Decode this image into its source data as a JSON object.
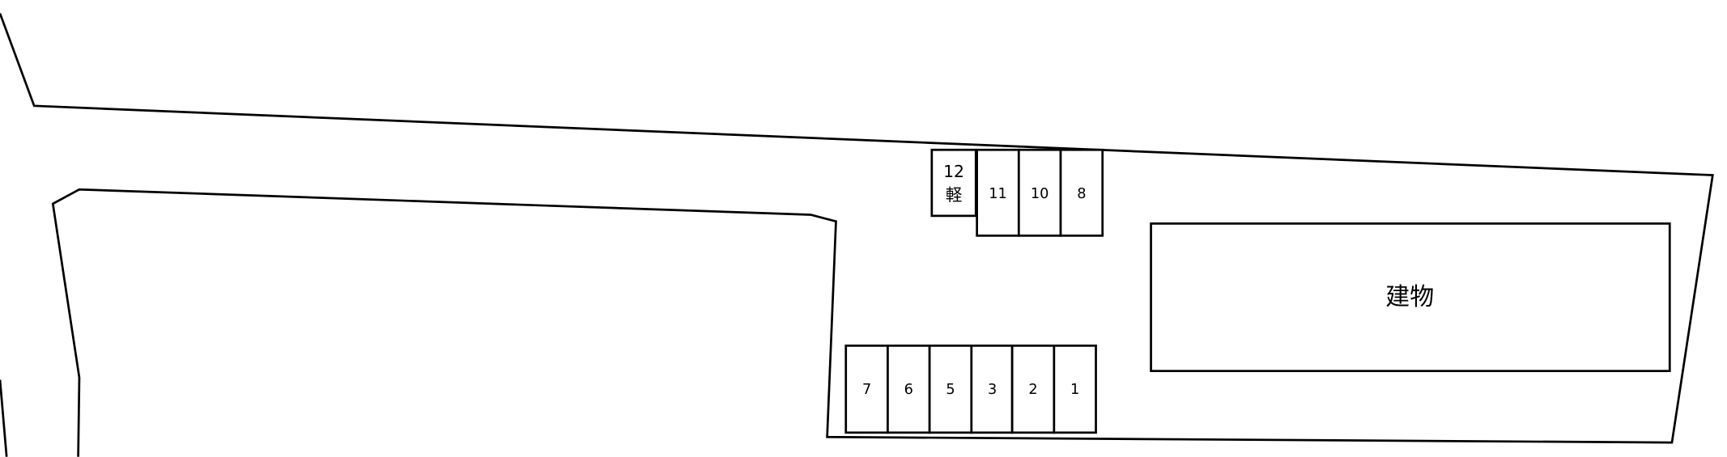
{
  "site_plan": {
    "building_label": "建物",
    "compact_car_label": "軽",
    "spaces_top": [
      "12",
      "11",
      "10",
      "8"
    ],
    "spaces_bottom": [
      "7",
      "6",
      "5",
      "3",
      "2",
      "1"
    ]
  }
}
